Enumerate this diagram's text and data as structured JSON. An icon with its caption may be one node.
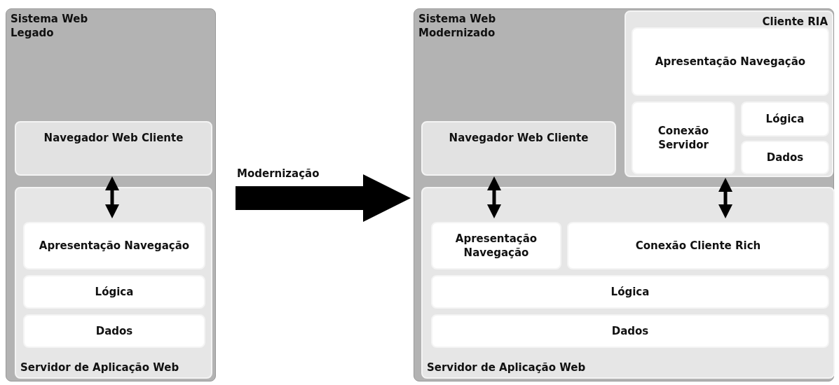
{
  "diagram": {
    "nodes": [
      {
        "text": [
          "Sistema Web Legado"
        ]
      },
      {
        "text": [
          "Navegador Web Cliente"
        ],
        "in": 0
      },
      {
        "text": [
          "Servidor de Aplicação Web"
        ],
        "in": 0
      },
      {
        "text": [
          "Apresentação Navegação"
        ],
        "in": 2
      },
      {
        "text": [
          "Lógica"
        ],
        "in": 2
      },
      {
        "text": [
          "Dados"
        ],
        "in": 2
      },
      {
        "text": [
          "Sistema Web Modernizado"
        ]
      },
      {
        "text": [
          "Navegador Web Cliente"
        ],
        "in": 6
      },
      {
        "text": [
          "Cliente RIA"
        ],
        "in": 6
      },
      {
        "text": [
          "Apresentação Navegação"
        ],
        "in": 8
      },
      {
        "text": [
          "Conexão Servidor"
        ],
        "in": 8
      },
      {
        "text": [
          "Lógica"
        ],
        "in": 8
      },
      {
        "text": [
          "Dados"
        ],
        "in": 8
      },
      {
        "text": [
          "Servidor de Aplicação Web"
        ],
        "in": 6
      },
      {
        "text": [
          "Apresentação Navegação"
        ],
        "in": 13
      },
      {
        "text": [
          "Conexão Cliente Rich"
        ],
        "in": 13
      },
      {
        "text": [
          "Lógica"
        ],
        "in": 13
      },
      {
        "text": [
          "Dados"
        ],
        "in": 13
      }
    ],
    "edges": [
      {
        "from": 1,
        "to": 3,
        "arrow": "both"
      },
      {
        "from": 0,
        "to": 6,
        "arrow": "to",
        "label": "Modernização",
        "style": "thick"
      },
      {
        "from": 7,
        "to": 14,
        "arrow": "both"
      },
      {
        "from": 8,
        "to": 15,
        "arrow": "both"
      }
    ]
  }
}
